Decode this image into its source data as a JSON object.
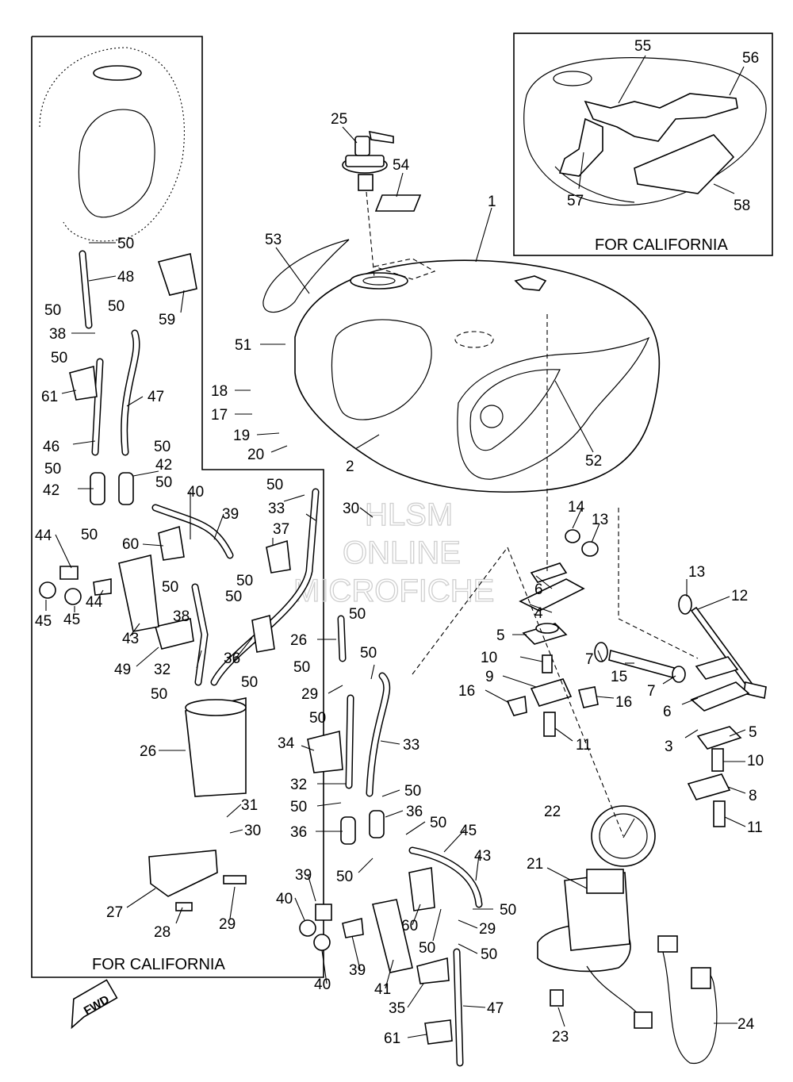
{
  "watermark": {
    "line1": "HLSM",
    "line2": "ONLINE",
    "line3": "MICROFICHE"
  },
  "notes": {
    "california_inset": "FOR CALIFORNIA",
    "california_left": "FOR CALIFORNIA"
  },
  "direction": {
    "fwd": "FWD"
  },
  "callouts": [
    {
      "key": "c55",
      "label": "55"
    },
    {
      "key": "c56",
      "label": "56"
    },
    {
      "key": "c57",
      "label": "57"
    },
    {
      "key": "c58",
      "label": "58"
    },
    {
      "key": "c25",
      "label": "25"
    },
    {
      "key": "c54",
      "label": "54"
    },
    {
      "key": "c1",
      "label": "1"
    },
    {
      "key": "c53",
      "label": "53"
    },
    {
      "key": "c51",
      "label": "51"
    },
    {
      "key": "c18",
      "label": "18"
    },
    {
      "key": "c17",
      "label": "17"
    },
    {
      "key": "c19",
      "label": "19"
    },
    {
      "key": "c20",
      "label": "20"
    },
    {
      "key": "c2",
      "label": "2"
    },
    {
      "key": "c52",
      "label": "52"
    },
    {
      "key": "c50a",
      "label": "50"
    },
    {
      "key": "c48",
      "label": "48"
    },
    {
      "key": "c50b",
      "label": "50"
    },
    {
      "key": "c50c",
      "label": "50"
    },
    {
      "key": "c38a",
      "label": "38"
    },
    {
      "key": "c50d",
      "label": "50"
    },
    {
      "key": "c59",
      "label": "59"
    },
    {
      "key": "c61a",
      "label": "61"
    },
    {
      "key": "c47a",
      "label": "47"
    },
    {
      "key": "c46",
      "label": "46"
    },
    {
      "key": "c50e",
      "label": "50"
    },
    {
      "key": "c50f",
      "label": "50"
    },
    {
      "key": "c42a",
      "label": "42"
    },
    {
      "key": "c42b",
      "label": "42"
    },
    {
      "key": "c50g",
      "label": "50"
    },
    {
      "key": "c40a",
      "label": "40"
    },
    {
      "key": "c50h",
      "label": "50"
    },
    {
      "key": "c39a",
      "label": "39"
    },
    {
      "key": "c44a",
      "label": "44"
    },
    {
      "key": "c60a",
      "label": "60"
    },
    {
      "key": "c45a",
      "label": "45"
    },
    {
      "key": "c45b",
      "label": "45"
    },
    {
      "key": "c44b",
      "label": "44"
    },
    {
      "key": "c50i",
      "label": "50"
    },
    {
      "key": "c50j",
      "label": "50"
    },
    {
      "key": "c38b",
      "label": "38"
    },
    {
      "key": "c50k",
      "label": "50"
    },
    {
      "key": "c43a",
      "label": "43"
    },
    {
      "key": "c49",
      "label": "49"
    },
    {
      "key": "c32a",
      "label": "32"
    },
    {
      "key": "c36a",
      "label": "36"
    },
    {
      "key": "c50l",
      "label": "50"
    },
    {
      "key": "c50m",
      "label": "50"
    },
    {
      "key": "c26",
      "label": "26"
    },
    {
      "key": "c31",
      "label": "31"
    },
    {
      "key": "c30a",
      "label": "30"
    },
    {
      "key": "c27",
      "label": "27"
    },
    {
      "key": "c28",
      "label": "28"
    },
    {
      "key": "c29a",
      "label": "29"
    },
    {
      "key": "c50n",
      "label": "50"
    },
    {
      "key": "c33a",
      "label": "33"
    },
    {
      "key": "c37",
      "label": "37"
    },
    {
      "key": "c30b",
      "label": "30"
    },
    {
      "key": "c50o",
      "label": "50"
    },
    {
      "key": "c26b",
      "label": "26"
    },
    {
      "key": "c50p",
      "label": "50"
    },
    {
      "key": "c50q",
      "label": "50"
    },
    {
      "key": "c29b",
      "label": "29"
    },
    {
      "key": "c50r",
      "label": "50"
    },
    {
      "key": "c34",
      "label": "34"
    },
    {
      "key": "c33b",
      "label": "33"
    },
    {
      "key": "c32b",
      "label": "32"
    },
    {
      "key": "c50s",
      "label": "50"
    },
    {
      "key": "c50t",
      "label": "50"
    },
    {
      "key": "c36b",
      "label": "36"
    },
    {
      "key": "c36c",
      "label": "36"
    },
    {
      "key": "c50u",
      "label": "50"
    },
    {
      "key": "c45c",
      "label": "45"
    },
    {
      "key": "c43b",
      "label": "43"
    },
    {
      "key": "c50v",
      "label": "50"
    },
    {
      "key": "c39b",
      "label": "39"
    },
    {
      "key": "c40b",
      "label": "40"
    },
    {
      "key": "c60b",
      "label": "60"
    },
    {
      "key": "c50w",
      "label": "50"
    },
    {
      "key": "c29c",
      "label": "29"
    },
    {
      "key": "c50x",
      "label": "50"
    },
    {
      "key": "c50y",
      "label": "50"
    },
    {
      "key": "c40c",
      "label": "40"
    },
    {
      "key": "c39c",
      "label": "39"
    },
    {
      "key": "c41",
      "label": "41"
    },
    {
      "key": "c35",
      "label": "35"
    },
    {
      "key": "c47b",
      "label": "47"
    },
    {
      "key": "c61b",
      "label": "61"
    },
    {
      "key": "c14",
      "label": "14"
    },
    {
      "key": "c13a",
      "label": "13"
    },
    {
      "key": "c6a",
      "label": "6"
    },
    {
      "key": "c4",
      "label": "4"
    },
    {
      "key": "c5a",
      "label": "5"
    },
    {
      "key": "c10a",
      "label": "10"
    },
    {
      "key": "c9",
      "label": "9"
    },
    {
      "key": "c16a",
      "label": "16"
    },
    {
      "key": "c16b",
      "label": "16"
    },
    {
      "key": "c11a",
      "label": "11"
    },
    {
      "key": "c7a",
      "label": "7"
    },
    {
      "key": "c15",
      "label": "15"
    },
    {
      "key": "c7b",
      "label": "7"
    },
    {
      "key": "c13b",
      "label": "13"
    },
    {
      "key": "c12",
      "label": "12"
    },
    {
      "key": "c6b",
      "label": "6"
    },
    {
      "key": "c3",
      "label": "3"
    },
    {
      "key": "c5b",
      "label": "5"
    },
    {
      "key": "c10b",
      "label": "10"
    },
    {
      "key": "c8",
      "label": "8"
    },
    {
      "key": "c11b",
      "label": "11"
    },
    {
      "key": "c22",
      "label": "22"
    },
    {
      "key": "c21",
      "label": "21"
    },
    {
      "key": "c23",
      "label": "23"
    },
    {
      "key": "c24",
      "label": "24"
    }
  ]
}
